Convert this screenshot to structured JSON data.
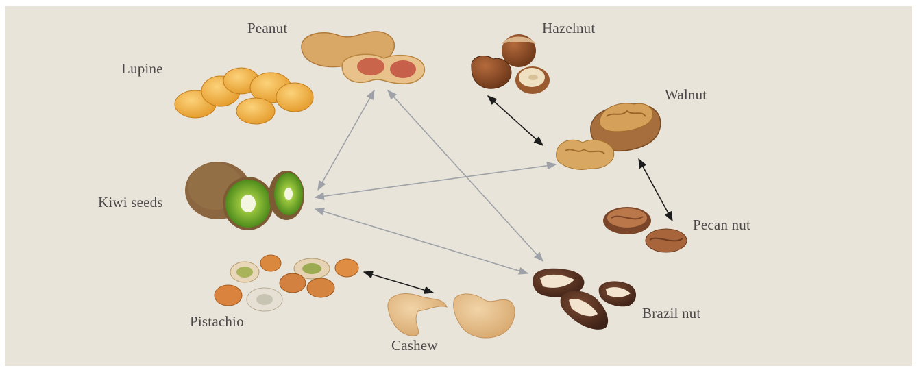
{
  "colors": {
    "background": "#e9e4d9",
    "label_text": "#4a4848",
    "cross_reactivity_arrow": "#9ea2a8",
    "strong_arrow": "#1c1c1c"
  },
  "labels": {
    "peanut": "Peanut",
    "hazelnut": "Hazelnut",
    "lupine": "Lupine",
    "walnut": "Walnut",
    "kiwi_seeds": "Kiwi seeds",
    "pecan_nut": "Pecan nut",
    "pistachio": "Pistachio",
    "brazil_nut": "Brazil nut",
    "cashew": "Cashew"
  },
  "connections": [
    {
      "from": "peanut",
      "to": "kiwi_seeds",
      "style": "gray"
    },
    {
      "from": "peanut",
      "to": "brazil_nut",
      "style": "gray"
    },
    {
      "from": "kiwi_seeds",
      "to": "walnut",
      "style": "gray"
    },
    {
      "from": "kiwi_seeds",
      "to": "brazil_nut",
      "style": "gray"
    },
    {
      "from": "hazelnut",
      "to": "walnut",
      "style": "black"
    },
    {
      "from": "walnut",
      "to": "pecan_nut",
      "style": "black"
    },
    {
      "from": "pistachio",
      "to": "cashew",
      "style": "black"
    }
  ]
}
